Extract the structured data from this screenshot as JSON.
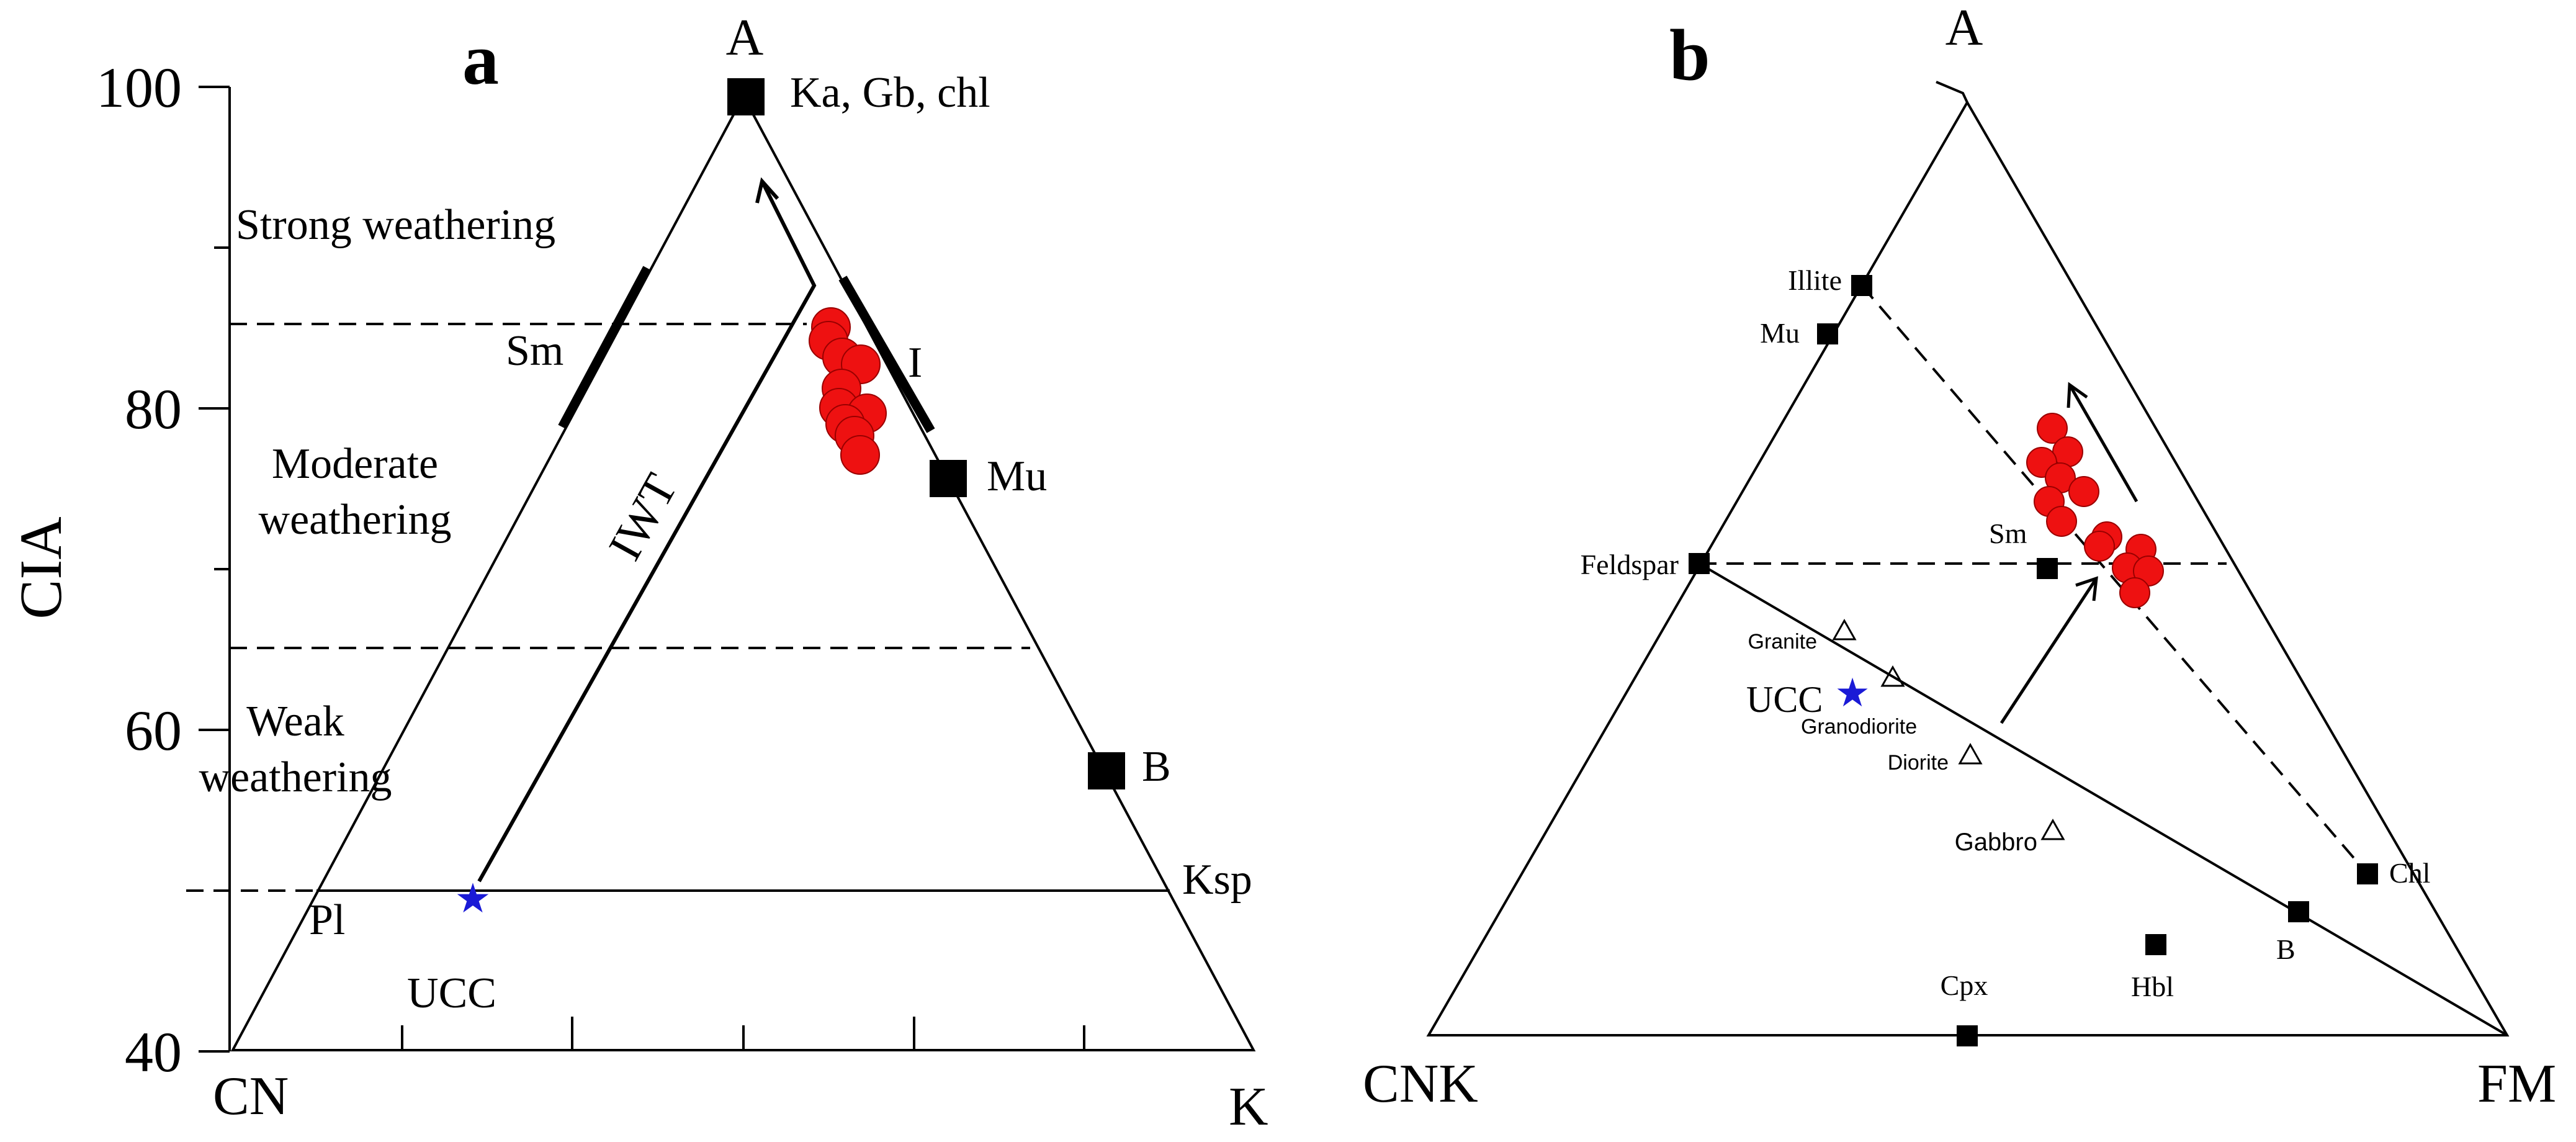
{
  "panel_a": {
    "label": "a",
    "y_axis_title": "CIA",
    "y_ticks": [
      "100",
      "80",
      "60",
      "40"
    ],
    "corner_top": "A",
    "corner_left": "CN",
    "corner_right": "K",
    "zones": [
      "Strong weathering",
      "Moderate",
      "weathering",
      "Weak",
      "weathering"
    ],
    "minerals": {
      "ka": "Ka, Gb, chl",
      "sm": "Sm",
      "i": "I",
      "mu": "Mu",
      "b": "B",
      "pl": "Pl",
      "ksp": "Ksp"
    },
    "trend_label": "IWT",
    "ucc_label": "UCC",
    "sample_color": "#ee1111",
    "ucc_color": "#1a1ad6"
  },
  "panel_b": {
    "label": "b",
    "corner_top": "A",
    "corner_left": "CNK",
    "corner_right": "FM",
    "minerals": {
      "illite": "Illite",
      "mu": "Mu",
      "feldspar": "Feldspar",
      "sm": "Sm",
      "chl": "Chl",
      "b": "B",
      "hbl": "Hbl",
      "cpx": "Cpx"
    },
    "rocks": {
      "granite": "Granite",
      "granodiorite": "Granodiorite",
      "diorite": "Diorite",
      "gabbro": "Gabbro"
    },
    "ucc_label": "UCC"
  }
}
